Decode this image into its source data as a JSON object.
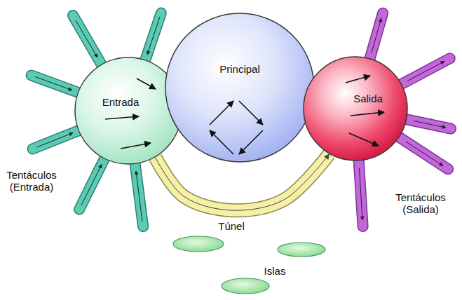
{
  "diagram": {
    "nodes": [
      {
        "text": [
          "Entrada"
        ]
      },
      {
        "text": [
          "Principal"
        ]
      },
      {
        "text": [
          "Salida"
        ]
      }
    ],
    "edges": [
      {
        "from": 0,
        "to": 2,
        "arrow": "to",
        "label": "Túnel"
      }
    ],
    "labels": [
      "Tentáculos (Entrada)",
      "Tentáculos (Salida)",
      "Islas"
    ]
  }
}
